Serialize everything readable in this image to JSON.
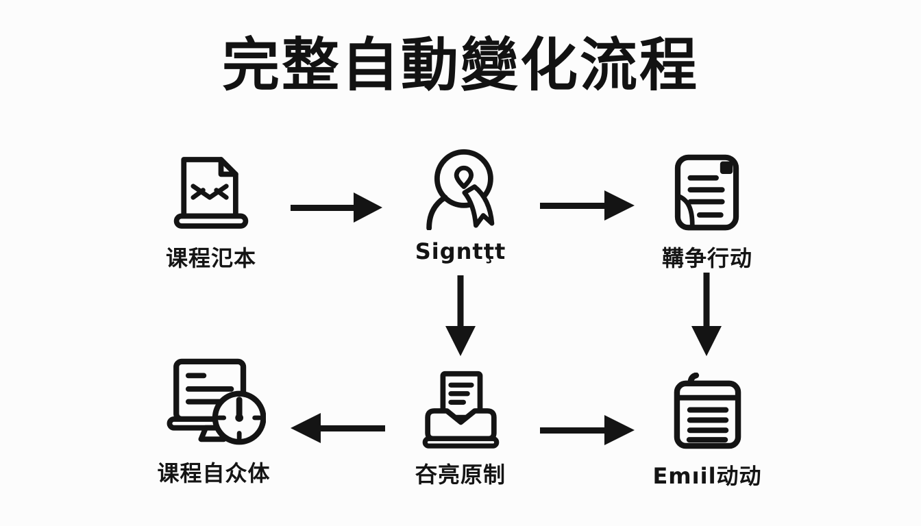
{
  "title": "完整自動變化流程",
  "colors": {
    "background": "#fcfcfc",
    "ink": "#141414"
  },
  "nodes": [
    {
      "label": "课程氾本",
      "icon": "script-document-icon"
    },
    {
      "label": "Signtţt",
      "icon": "person-badge-icon"
    },
    {
      "label": "鞲争行动",
      "icon": "note-document-icon"
    },
    {
      "label": "课程自众体",
      "icon": "monitor-clock-icon"
    },
    {
      "label": "夻亮原制",
      "icon": "printer-icon"
    },
    {
      "label": "Emıil动动",
      "icon": "notepad-icon"
    }
  ],
  "flow": {
    "arrows": [
      {
        "from": 0,
        "to": 1,
        "direction": "right"
      },
      {
        "from": 1,
        "to": 2,
        "direction": "right"
      },
      {
        "from": 1,
        "to": 4,
        "direction": "down"
      },
      {
        "from": 2,
        "to": 5,
        "direction": "down"
      },
      {
        "from": 4,
        "to": 3,
        "direction": "left"
      },
      {
        "from": 4,
        "to": 5,
        "direction": "right"
      }
    ]
  }
}
